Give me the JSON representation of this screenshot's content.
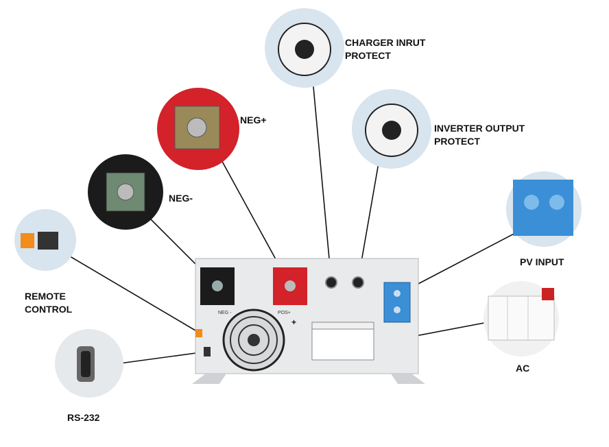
{
  "labels": {
    "charger_line1": "CHARGER INRUT",
    "charger_line2": "PROTECT",
    "inverter_line1": "INVERTER OUTPUT",
    "inverter_line2": "PROTECT",
    "neg_plus": "NEG+",
    "neg_minus": "NEG-",
    "pv_input": "PV INPUT",
    "remote_line1": "REMOTE",
    "remote_line2": "CONTROL",
    "rs232": "RS-232",
    "ac": "AC"
  },
  "device_marks": {
    "neg_terminal": "NEG -",
    "pos_terminal": "POS+",
    "plus_sign": "+"
  },
  "colors": {
    "body": "#e9eaec",
    "terminal_red": "#d3222a",
    "terminal_black": "#1b1b1b",
    "pv_blue": "#3a8fd6",
    "callout_bg": "#d8e4ee"
  }
}
